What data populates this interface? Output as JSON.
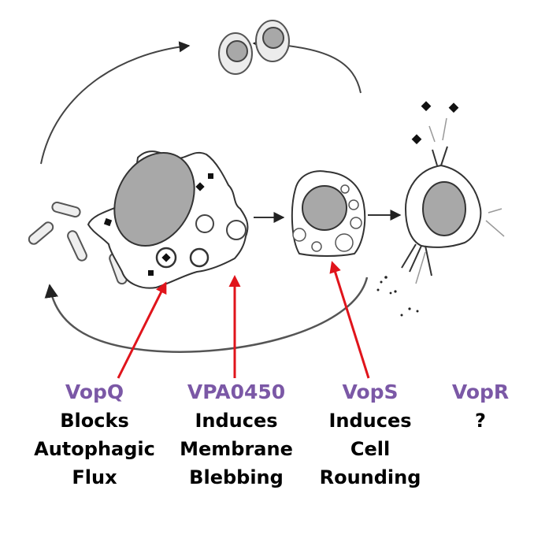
{
  "colors": {
    "effector_purple": "#7b58a6",
    "arrow_red": "#e0141b",
    "outline_gray": "#444444",
    "nucleus_gray": "#a8a8a8",
    "bacteria_fill": "#eeeeee",
    "text_black": "#000000"
  },
  "diagram": {
    "stages": [
      {
        "id": "bacteria",
        "description": "rod-shaped bacteria"
      },
      {
        "id": "infected-cell",
        "description": "host cell with autophagic vesicles and blebs"
      },
      {
        "id": "rounded-cell",
        "description": "rounded host cell with vesicles"
      },
      {
        "id": "lysed-cell",
        "description": "lysed cell releasing contents"
      },
      {
        "id": "released-cells",
        "description": "two released cells at top"
      }
    ]
  },
  "effectors": [
    {
      "name": "VopQ",
      "effect_lines": [
        "Blocks",
        "Autophagic",
        "Flux"
      ]
    },
    {
      "name": "VPA0450",
      "effect_lines": [
        "Induces",
        "Membrane",
        "Blebbing"
      ]
    },
    {
      "name": "VopS",
      "effect_lines": [
        "Induces",
        "Cell",
        "Rounding"
      ]
    },
    {
      "name": "VopR",
      "effect_lines": [
        "?"
      ]
    }
  ]
}
